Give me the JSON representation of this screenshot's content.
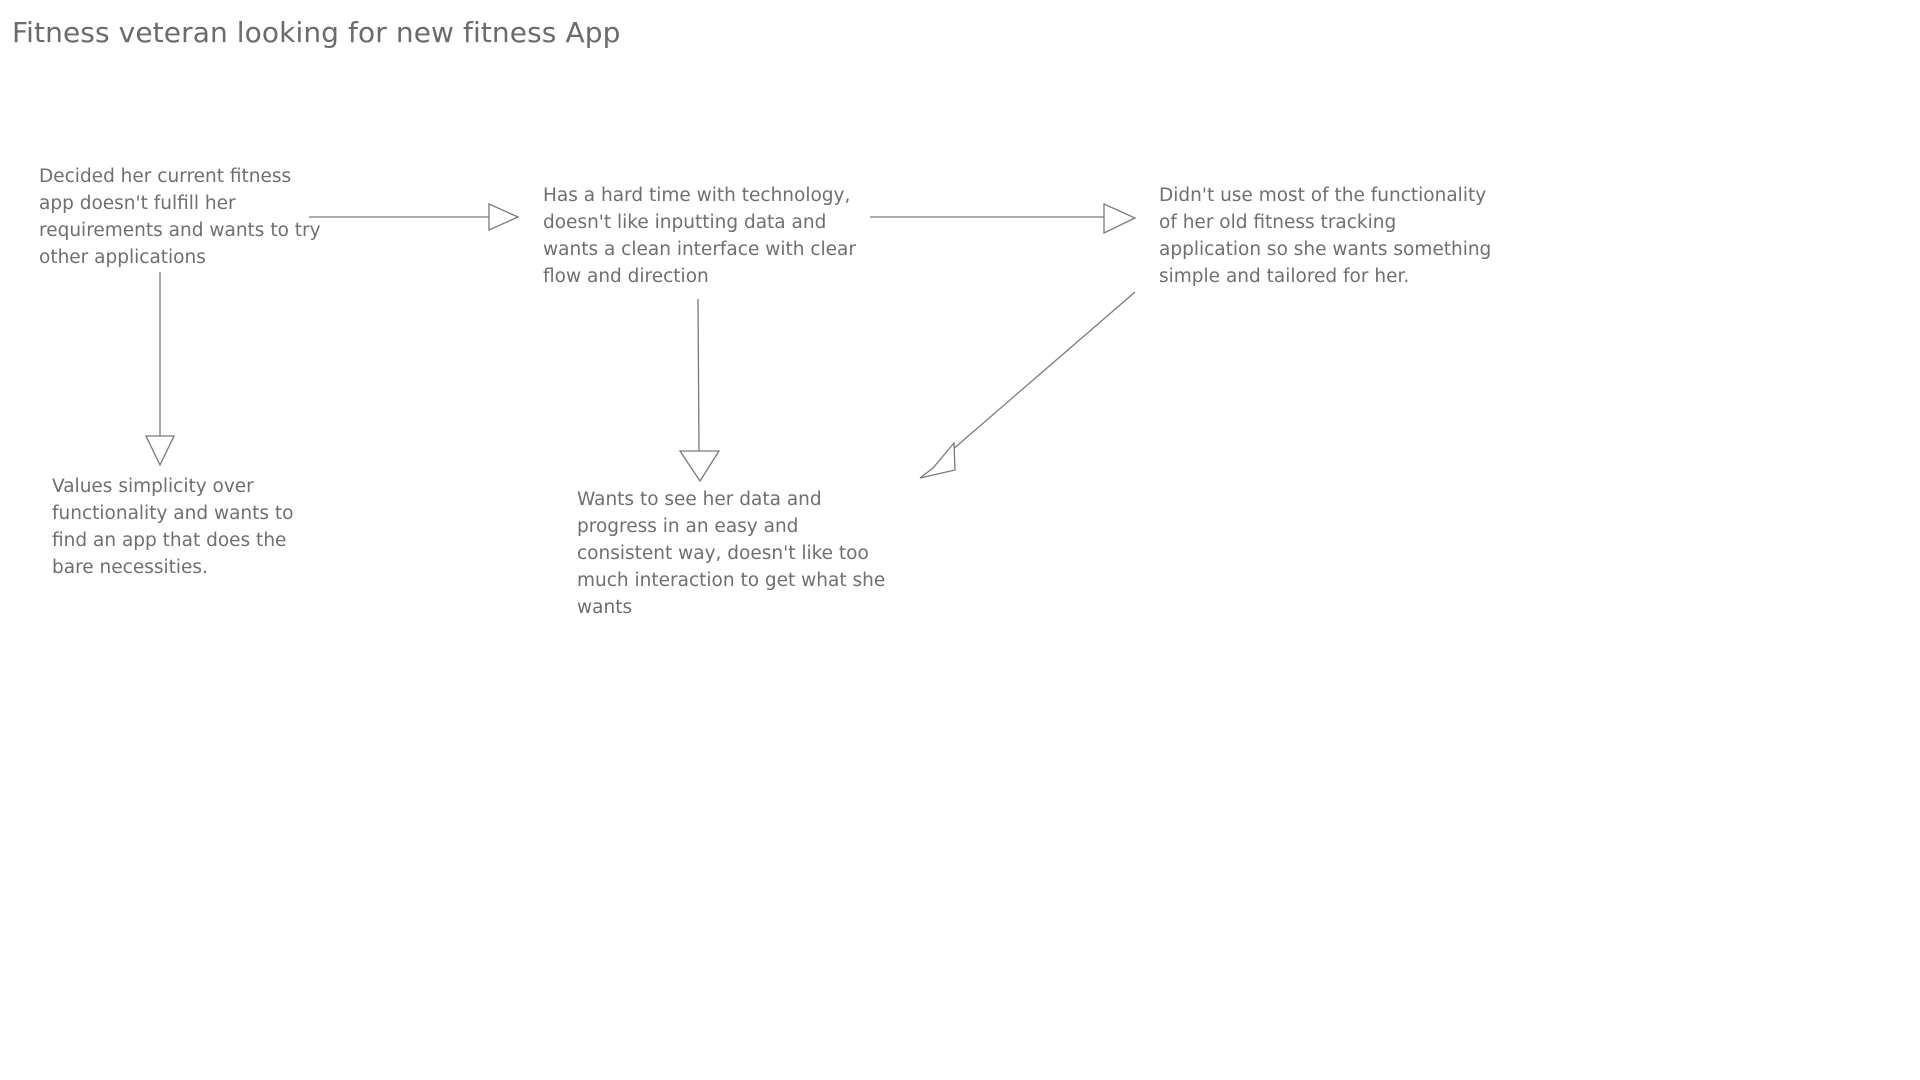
{
  "title": "Fitness veteran looking for new fitness App",
  "notes": [
    {
      "text": "Decided her current fitness app doesn't fulfill her requirements and wants to try other applications"
    },
    {
      "text": "Has a hard time with technology, doesn't like inputting data and wants a clean interface with clear flow and direction"
    },
    {
      "text": "Didn't use most of the functionality of her old fitness tracking application so she wants something simple and tailored for her."
    },
    {
      "text": "Values simplicity over functionality and wants to find an app that does the bare necessities."
    },
    {
      "text": "Wants to see her data and progress in an easy and consistent way, doesn't like too much interaction to get what she wants"
    }
  ],
  "colors": {
    "text": "#6f6f6f",
    "stroke": "#7a7a7a",
    "background": "#ffffff"
  }
}
